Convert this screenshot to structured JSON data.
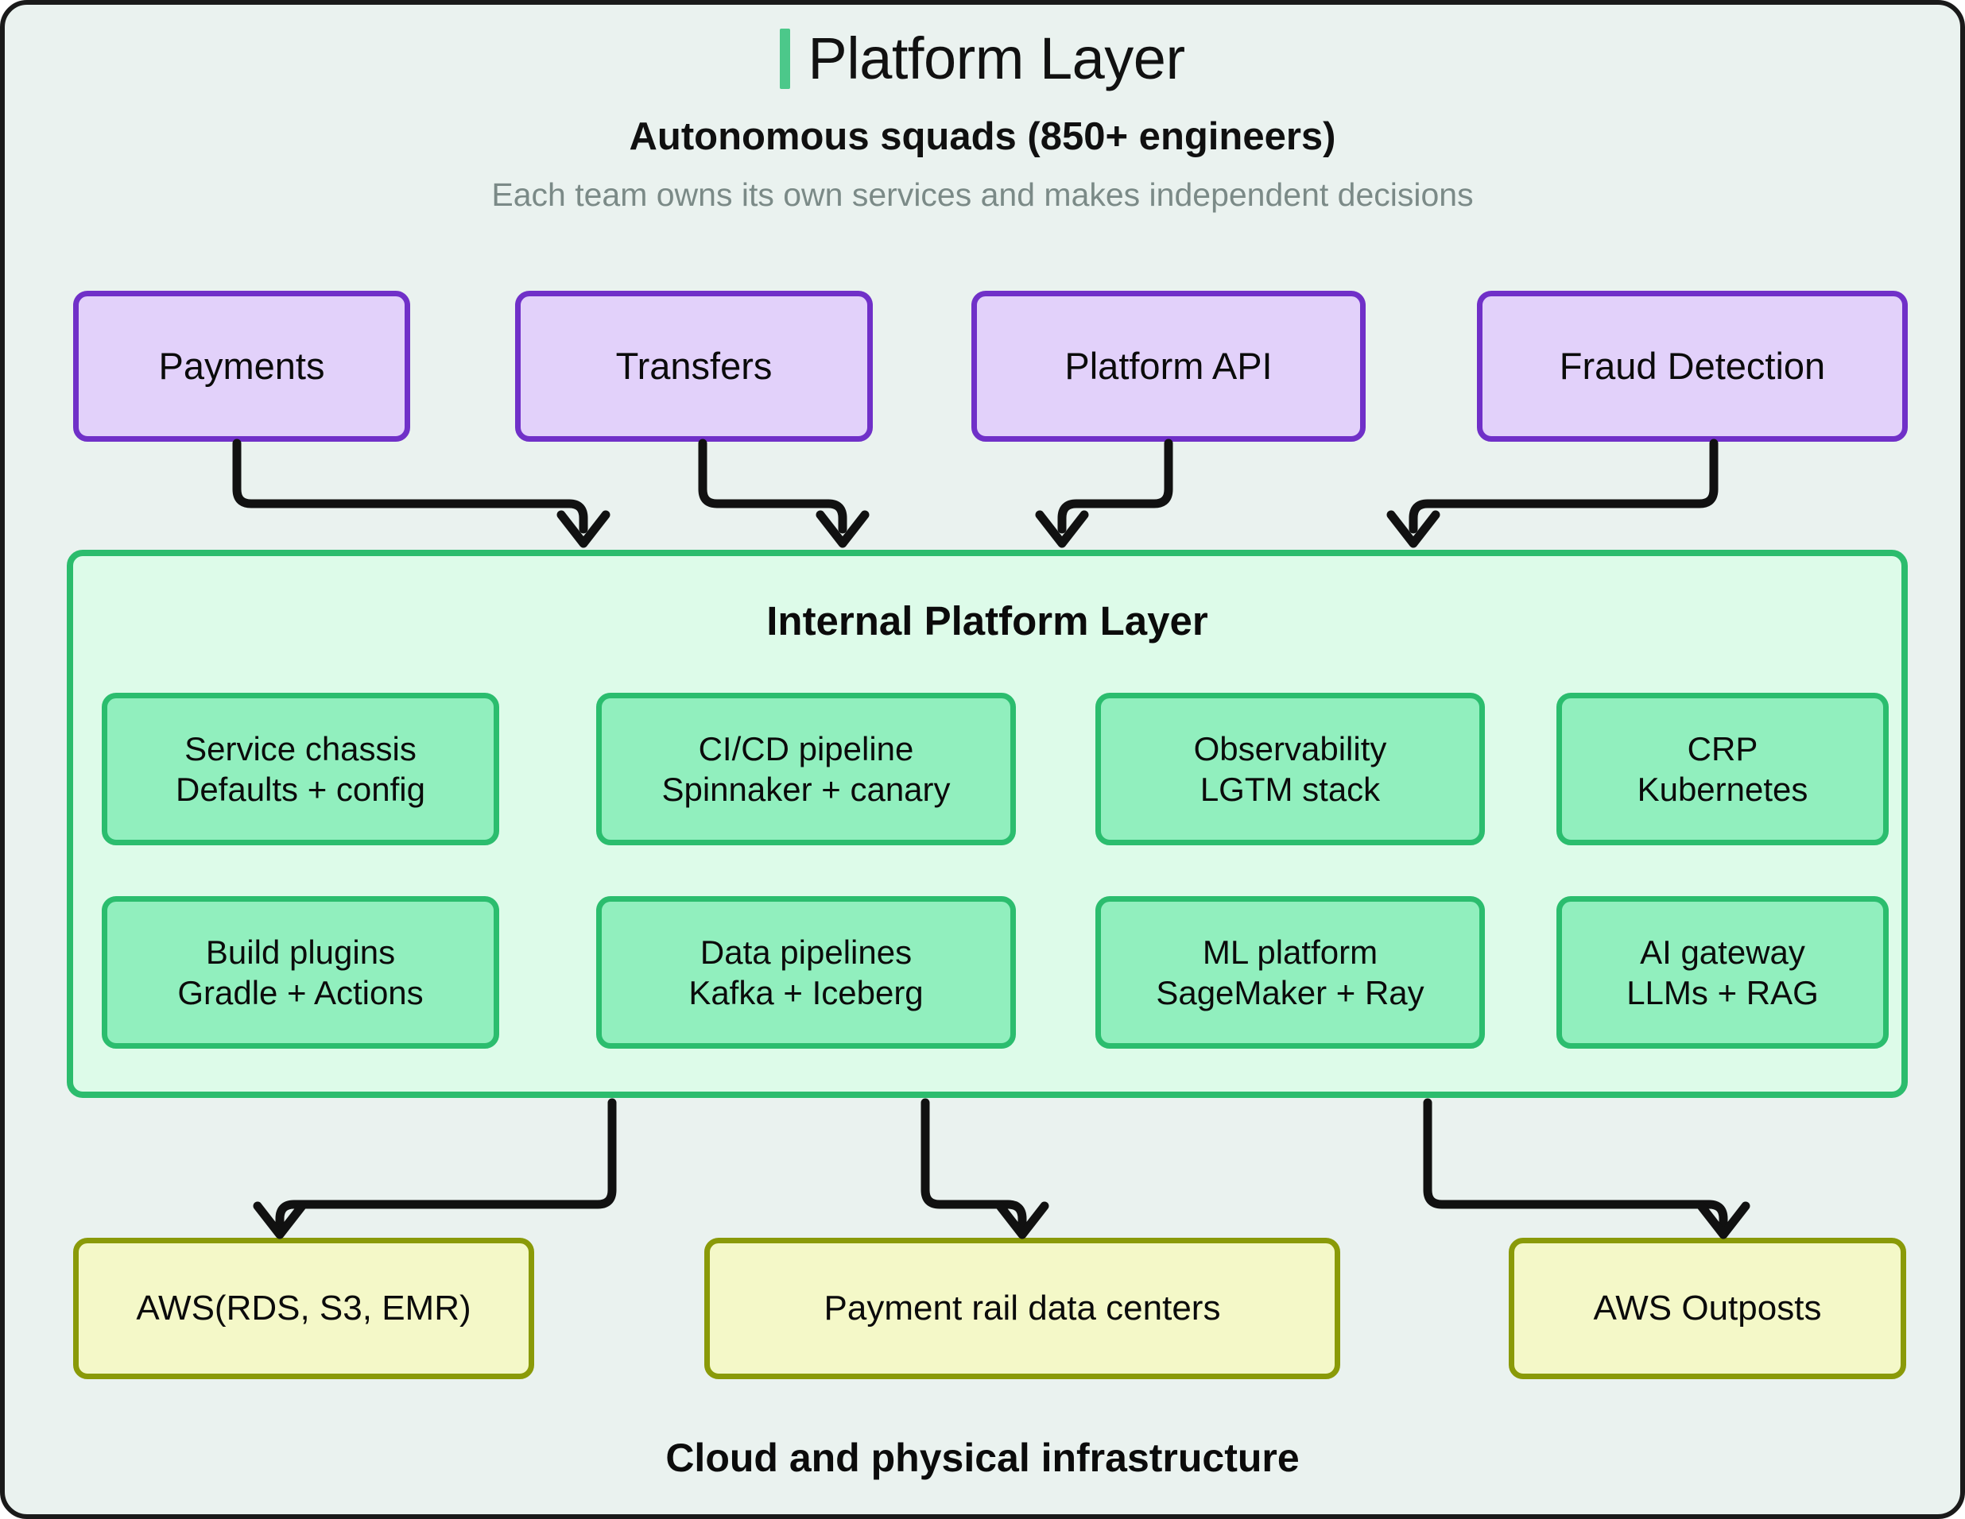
{
  "page": {
    "background_color": "#eaf2ef",
    "border_color": "#1a1a1a"
  },
  "header": {
    "accent_color": "#4cc88a",
    "title": "Platform Layer",
    "subtitle": "Autonomous squads (850+ engineers)",
    "caption": "Each team owns its own services and makes independent decisions",
    "caption_color": "#7b8a87"
  },
  "squads": {
    "fill_color": "#e2d1fa",
    "border_color": "#7030c8",
    "items": [
      {
        "label": "Payments"
      },
      {
        "label": "Transfers"
      },
      {
        "label": "Platform API"
      },
      {
        "label": "Fraud Detection"
      }
    ]
  },
  "platform": {
    "heading": "Internal Platform Layer",
    "container_fill": "#ddfbe9",
    "container_border": "#2cbc6d",
    "card_fill": "#91efbe",
    "card_border": "#2bbd6e",
    "cards": [
      {
        "title": "Service chassis",
        "detail": "Defaults + config"
      },
      {
        "title": "CI/CD pipeline",
        "detail": "Spinnaker + canary"
      },
      {
        "title": "Observability",
        "detail": "LGTM stack"
      },
      {
        "title": "CRP",
        "detail": "Kubernetes"
      },
      {
        "title": "Build plugins",
        "detail": "Gradle + Actions"
      },
      {
        "title": "Data pipelines",
        "detail": "Kafka + Iceberg"
      },
      {
        "title": "ML platform",
        "detail": "SageMaker + Ray"
      },
      {
        "title": "AI gateway",
        "detail": "LLMs + RAG"
      }
    ]
  },
  "infrastructure": {
    "fill_color": "#f4f8c8",
    "border_color": "#8a9a08",
    "items": [
      {
        "label": "AWS(RDS, S3, EMR)"
      },
      {
        "label": "Payment rail data centers"
      },
      {
        "label": "AWS Outposts"
      }
    ],
    "caption": "Cloud and physical infrastructure"
  },
  "connectors": {
    "color": "#111111",
    "arrow_icon": "down-arrow-icon"
  }
}
